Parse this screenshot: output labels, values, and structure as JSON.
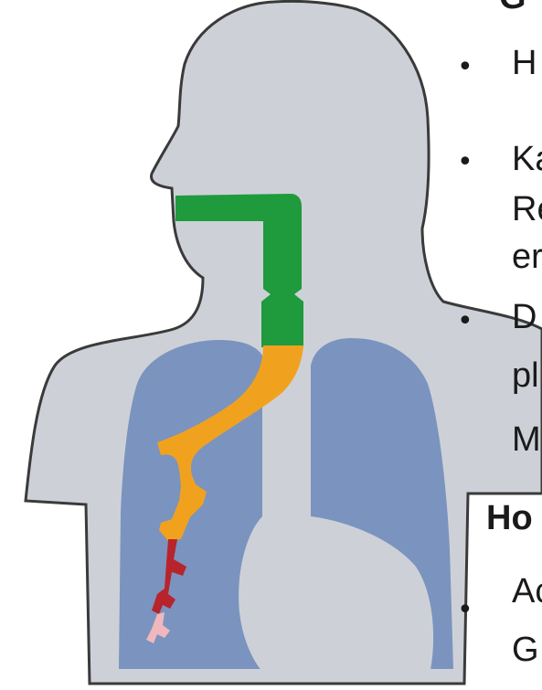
{
  "slide": {
    "title_fragment": "G",
    "bullets": [
      {
        "lines": [
          "H"
        ]
      },
      {
        "lines": [
          "Ka",
          "Re",
          "er"
        ]
      },
      {
        "lines": [
          "D",
          "pl",
          "M"
        ]
      }
    ],
    "subheading": "Ho",
    "sub_bullets": [
      {
        "lines": [
          "Ac",
          "G"
        ]
      }
    ],
    "bullet_glyph": "•"
  },
  "figure": {
    "colors": {
      "outline": "#3a3a3a",
      "body": "#cdd1d7",
      "lungs": "#7b93bf",
      "upper_airway": "#1f9a3d",
      "bronchi": "#f0a21f",
      "bronchioles": "#b8242c",
      "alveoli": "#f0b7bd",
      "background": "#ffffff"
    },
    "regions": [
      "upper-airway",
      "trachea",
      "bronchi",
      "bronchioles",
      "alveoli",
      "lungs",
      "esophagus-stomach"
    ]
  }
}
